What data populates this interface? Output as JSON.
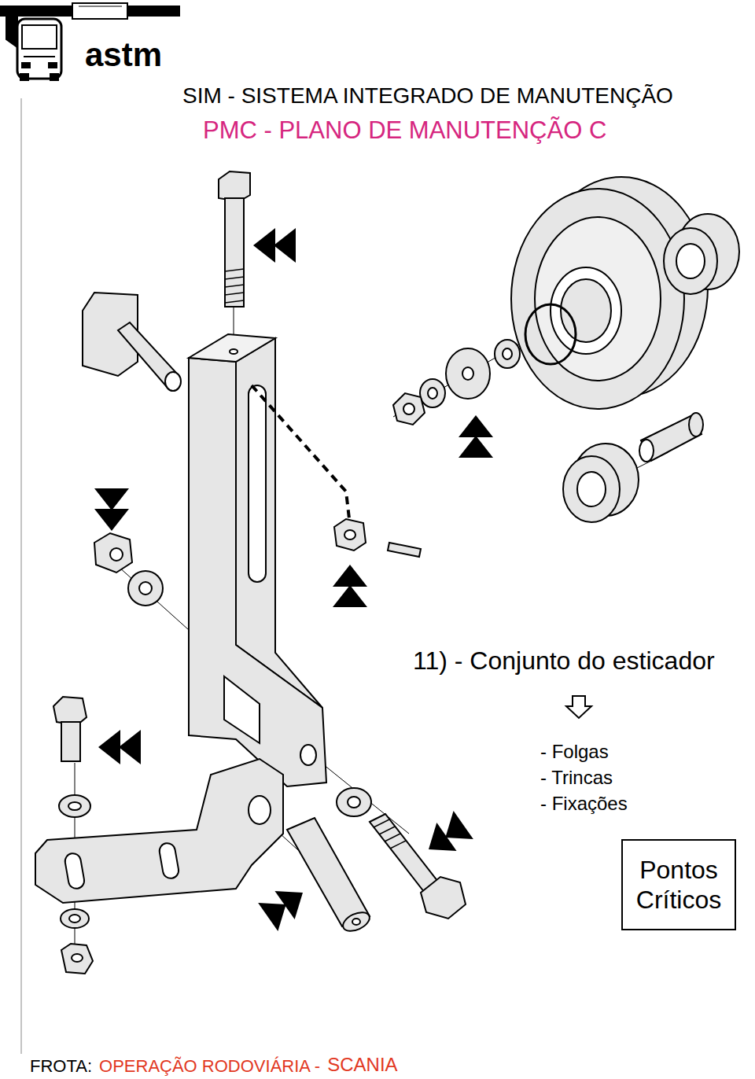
{
  "diagram": {
    "title": "SIM - SISTEMA INTEGRADO DE MANUTENÇÃO",
    "nodes": [
      {
        "text": [
          "Pontos Críticos"
        ]
      }
    ],
    "labels": [
      "astm",
      "PMC - PLANO DE MANUTENÇÃO C",
      "11) - Conjunto do esticador",
      "- Folgas",
      "- Trincas",
      "- Fixações",
      "FROTA:",
      "OPERAÇÃO RODOVIÁRIA -",
      "SCANIA"
    ]
  }
}
